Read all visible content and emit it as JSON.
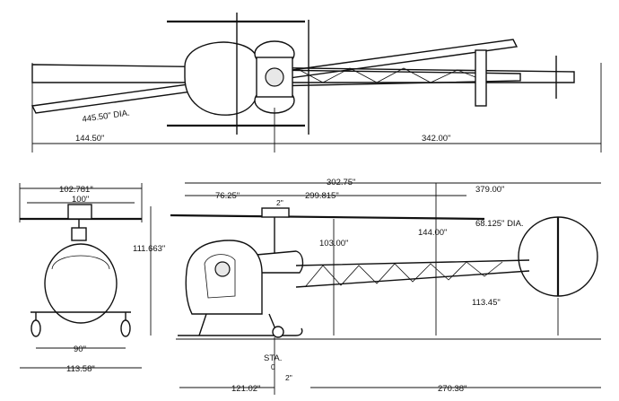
{
  "top_view": {
    "rotor_diameter": "445.50\" DIA.",
    "front_length": "144.50\"",
    "rear_length": "342.00\""
  },
  "front_view": {
    "rotor_width": "102.781\"",
    "hub_width": "100\"",
    "overall_height": "111.663\"",
    "skid_track": "90\"",
    "skid_width": "113.58\""
  },
  "side_view": {
    "length_to_tail": "302.75\"",
    "overall_length": "379.00\"",
    "rotor_front": "76.25\"",
    "rotor_span": "299.815\"",
    "mast_offset": "2\"",
    "mast_height": "103.00\"",
    "tail_rotor_height": "144.00\"",
    "tail_rotor_diameter": "68.125\" DIA.",
    "tail_boom_height": "113.45\"",
    "station_label": "STA.",
    "station_zero": "0",
    "station_offset": "2\"",
    "forward_length": "121.02\"",
    "aft_length": "270.38\""
  }
}
